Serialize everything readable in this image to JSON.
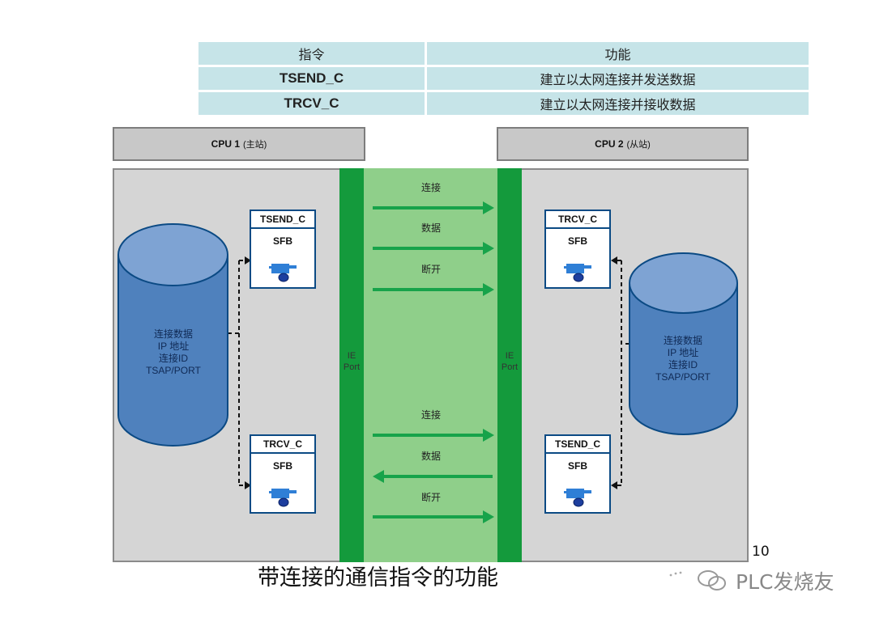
{
  "table": {
    "header": {
      "instruction": "指令",
      "function": "功能"
    },
    "rows": [
      {
        "instruction": "TSEND_C",
        "function": "建立以太网连接并发送数据"
      },
      {
        "instruction": "TRCV_C",
        "function": "建立以太网连接并接收数据"
      }
    ]
  },
  "cpu1": {
    "name": "CPU 1",
    "role": "(主站)"
  },
  "cpu2": {
    "name": "CPU 2",
    "role": "(从站)"
  },
  "ie_port": {
    "line1": "IE",
    "line2": "Port"
  },
  "blocks": {
    "left_top": {
      "title": "TSEND_C",
      "type": "SFB"
    },
    "left_bottom": {
      "title": "TRCV_C",
      "type": "SFB"
    },
    "right_top": {
      "title": "TRCV_C",
      "type": "SFB"
    },
    "right_bottom": {
      "title": "TSEND_C",
      "type": "SFB"
    }
  },
  "database": {
    "line1": "连接数据",
    "line2": "IP 地址",
    "line3": "连接ID",
    "line4": "TSAP/PORT"
  },
  "arrows_top": [
    {
      "label": "连接",
      "direction": "right"
    },
    {
      "label": "数据",
      "direction": "right"
    },
    {
      "label": "断开",
      "direction": "right"
    }
  ],
  "arrows_bottom": [
    {
      "label": "连接",
      "direction": "right"
    },
    {
      "label": "数据",
      "direction": "left"
    },
    {
      "label": "断开",
      "direction": "right"
    }
  ],
  "footer": {
    "title": "带连接的通信指令的功能",
    "page_number": "10"
  },
  "watermark": {
    "text": "PLC发烧友"
  },
  "colors": {
    "table_bg": "#c6e4e8",
    "panel": "#d5d5d5",
    "ie_bar": "#149a3c",
    "mid_green": "#8fcf8a",
    "db_blue": "#4f81bd",
    "arrow_green": "#17a34a"
  }
}
